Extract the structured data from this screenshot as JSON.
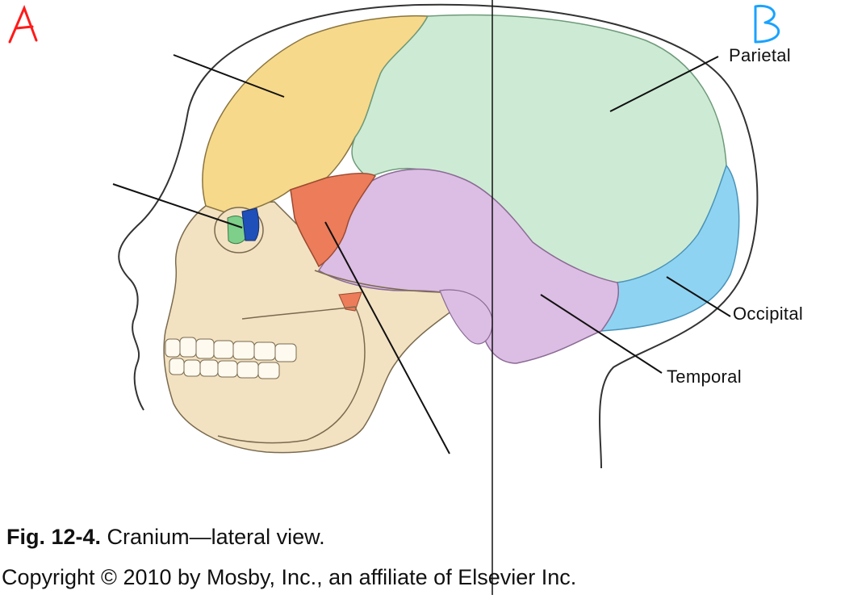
{
  "handwritten": {
    "left_letter": "A",
    "right_letter": "B"
  },
  "labels": {
    "parietal": "Parietal",
    "occipital": "Occipital",
    "temporal": "Temporal"
  },
  "caption": {
    "figure_number": "Fig. 12-4.",
    "title": "Cranium—lateral view."
  },
  "copyright": "Copyright © 2010 by Mosby, Inc., an affiliate of Elsevier Inc.",
  "colors": {
    "frontal": "#f6d98a",
    "parietal": "#cdebd4",
    "temporal": "#dcbde3",
    "occipital": "#8fd3f2",
    "sphenoid": "#ec7c5a",
    "bone": "#f3e2c2",
    "orbit_green": "#7dcf8a",
    "orbit_blue": "#1f4fb8",
    "marker_red": "#ff1a1a",
    "marker_blue": "#1aa3ff"
  }
}
